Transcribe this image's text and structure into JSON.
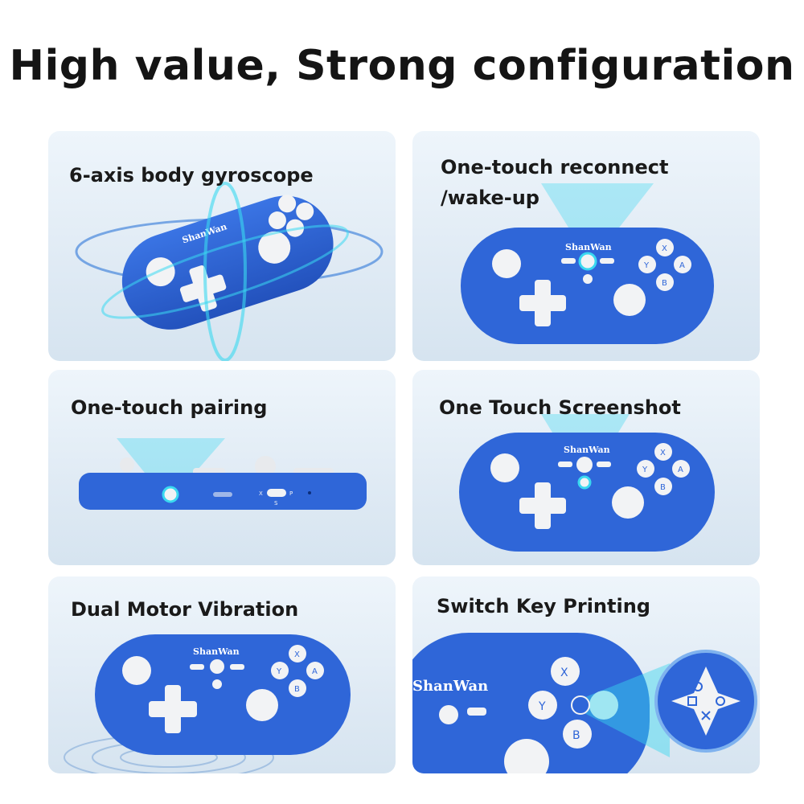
{
  "headline": "High value, Strong configuration",
  "brand": "ShanWan",
  "cards": [
    {
      "title": "6-axis body gyroscope"
    },
    {
      "title": "One-touch reconnect\n/wake-up"
    },
    {
      "title": "One-touch pairing"
    },
    {
      "title": "One Touch Screenshot"
    },
    {
      "title": "Dual Motor Vibration"
    },
    {
      "title": "Switch Key Printing"
    }
  ],
  "button_labels": {
    "x": "X",
    "y": "Y",
    "a": "A",
    "b": "B"
  },
  "mode_labels": {
    "x": "X",
    "p": "P",
    "s": "S"
  },
  "colors": {
    "controller_blue": "#2f66d8",
    "controller_edge": "#2050b8",
    "button_white": "#f2f3f5",
    "glow_cyan": "#3ad8f0",
    "text_dark": "#141414"
  }
}
